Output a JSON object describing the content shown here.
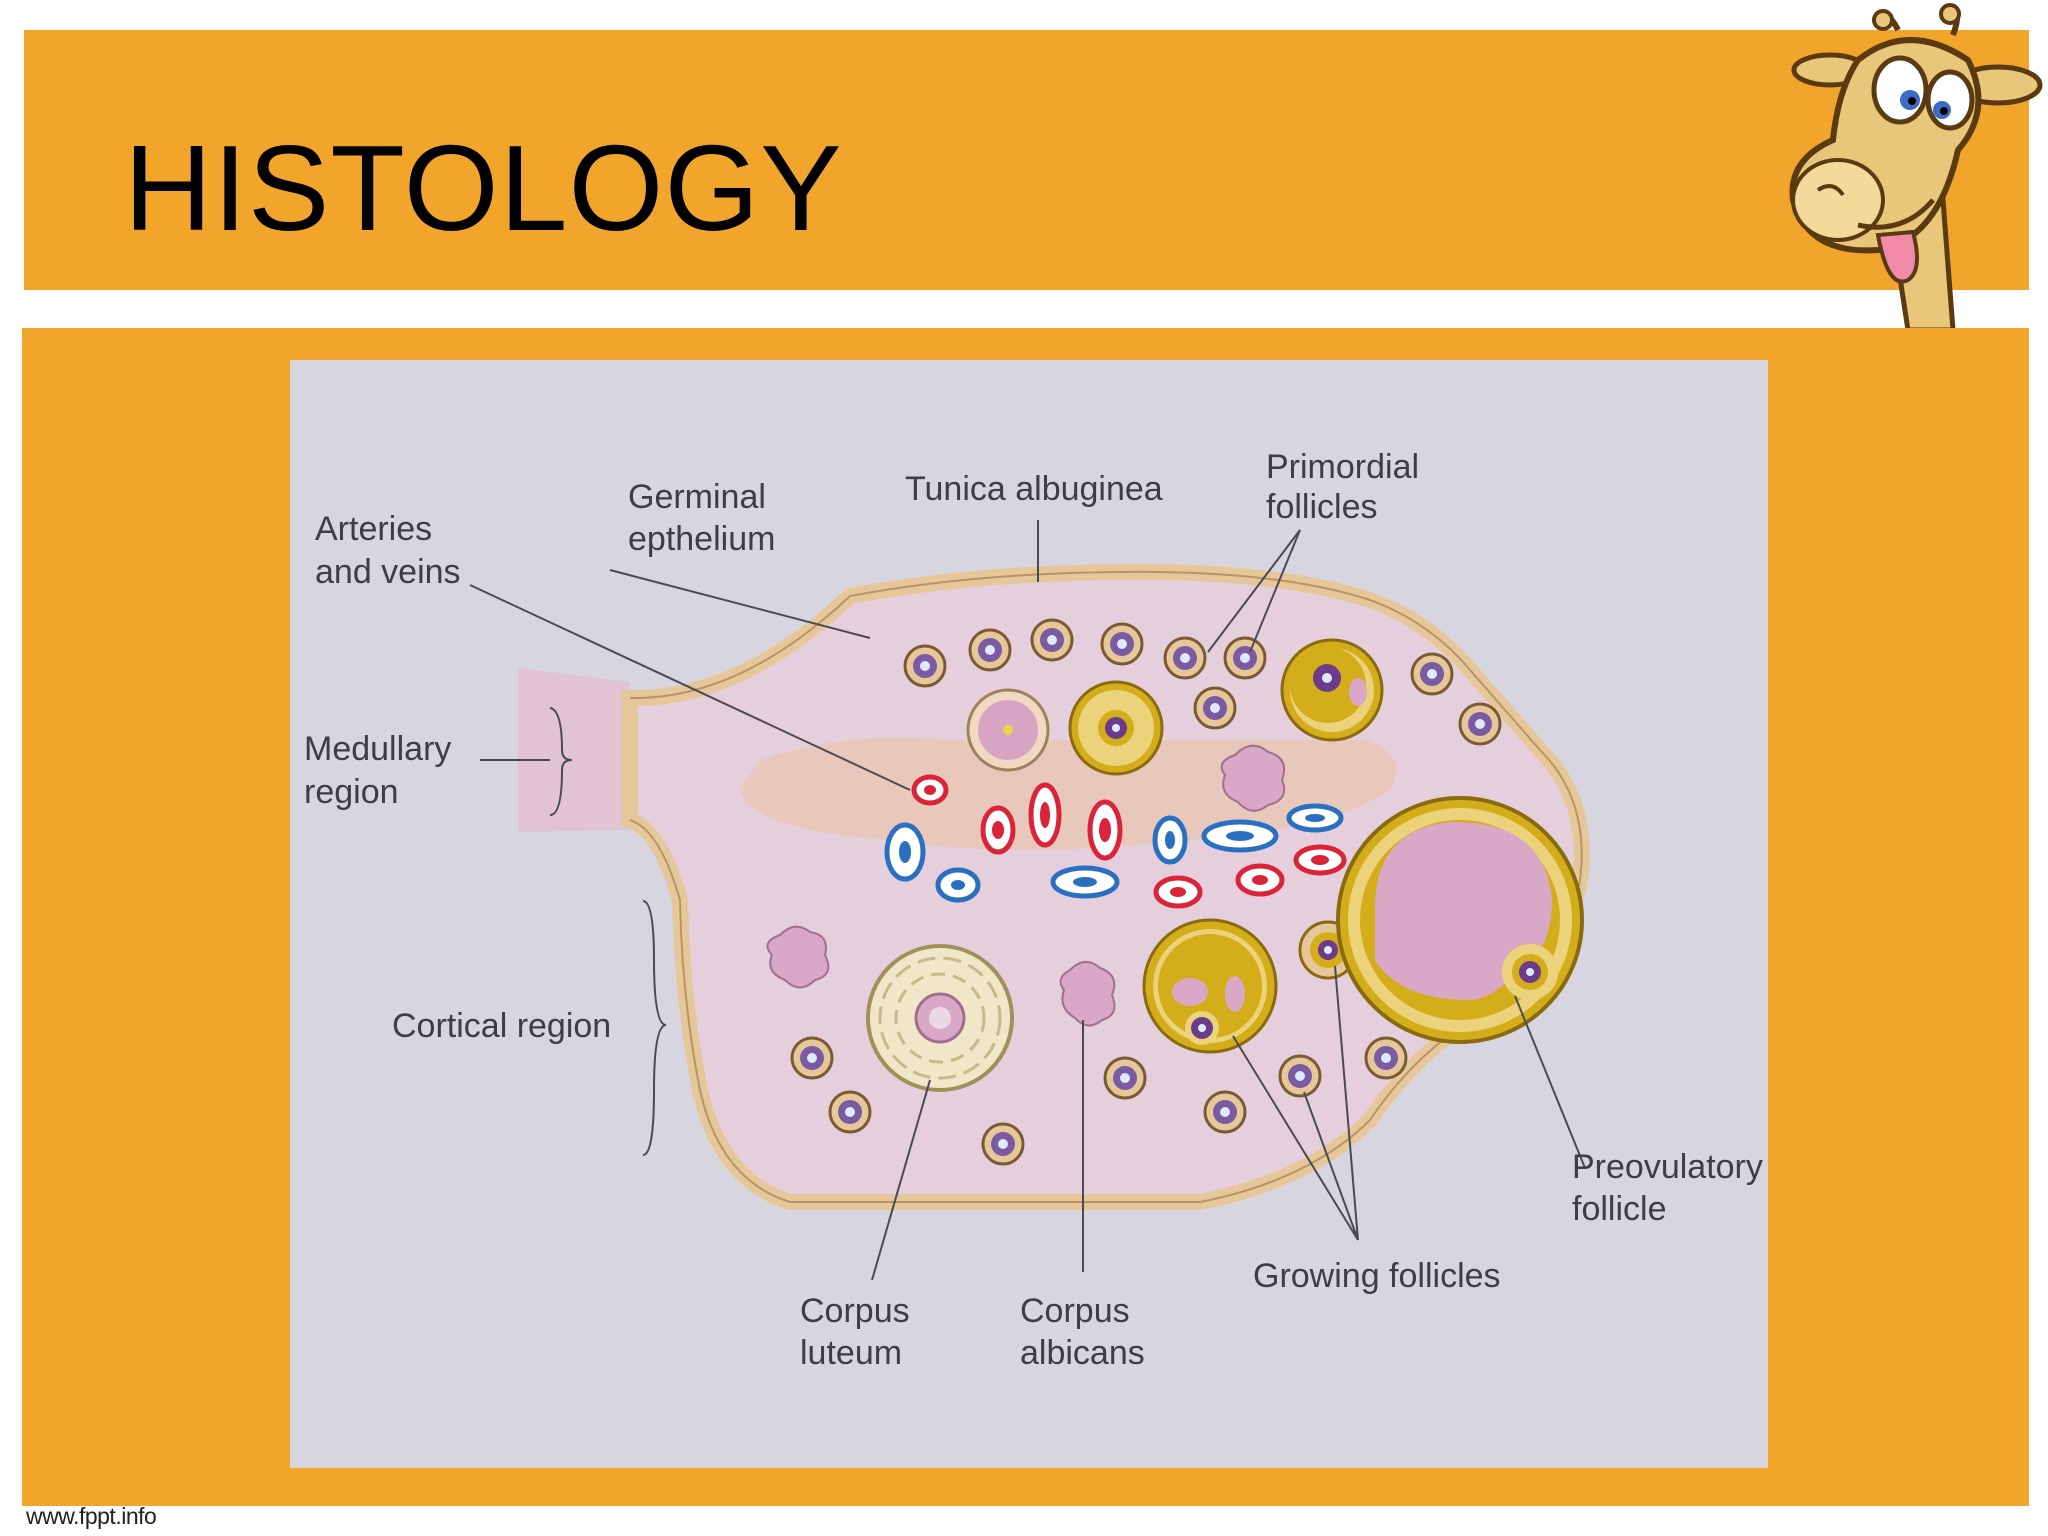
{
  "slide": {
    "title": "HISTOLOGY",
    "footer": "www.fppt.info"
  },
  "diagram": {
    "labels": {
      "arteries": [
        "Arteries",
        "and veins"
      ],
      "germinal": [
        "Germinal",
        "epthelium"
      ],
      "tunica": [
        "Tunica albuginea"
      ],
      "primordial": [
        "Primordial",
        "follicles"
      ],
      "medullary": [
        "Medullary",
        "region"
      ],
      "cortical": [
        "Cortical region"
      ],
      "preovulatory": [
        "Preovulatory",
        "follicle"
      ],
      "growing": [
        "Growing follicles"
      ],
      "luteum": [
        "Corpus",
        "luteum"
      ],
      "albicans": [
        "Corpus",
        "albicans"
      ]
    }
  },
  "colors": {
    "band": "#f2a52b",
    "panel": "#d7d6e0",
    "ovary_fill": "#e5cfdc",
    "capsule": "#e6c79a",
    "follicle_yellow": "#d3ad1a",
    "antrum_pink": "#d8a8c6",
    "artery_red": "#d9243a",
    "vein_blue": "#2a6fc0"
  }
}
